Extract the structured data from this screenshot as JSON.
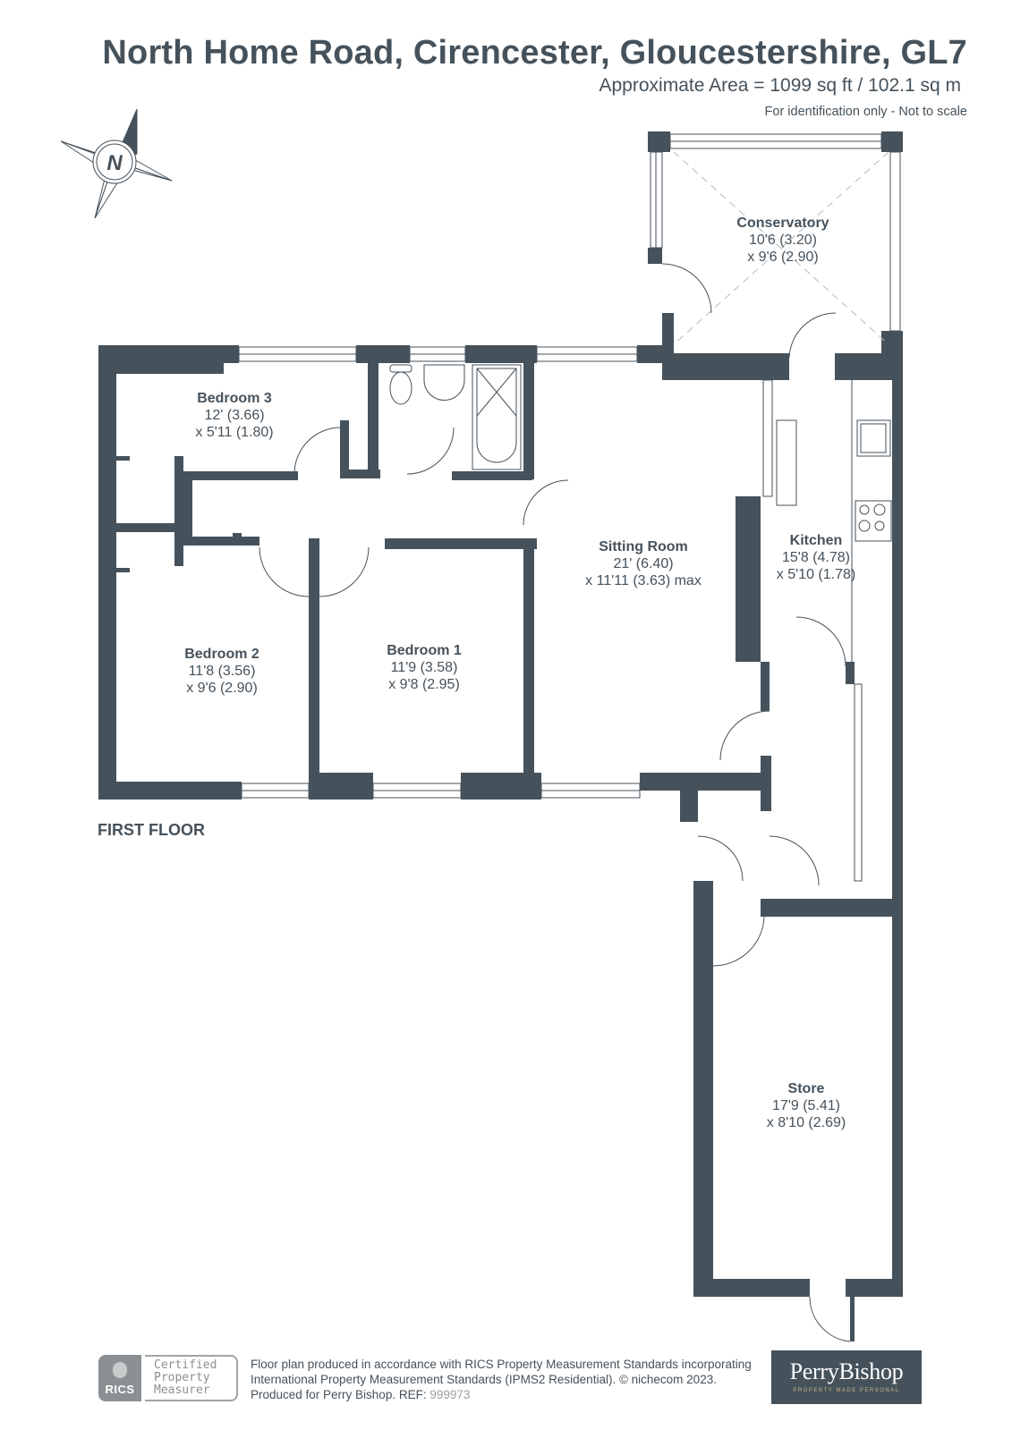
{
  "header": {
    "title": "North Home Road, Cirencester, Gloucestershire, GL7",
    "area": "Approximate Area = 1099 sq ft / 102.1 sq m",
    "note": "For identification only - Not to scale"
  },
  "compass": {
    "label": "N",
    "icon": "compass-icon"
  },
  "floor_label": "FIRST FLOOR",
  "rooms": {
    "conservatory": {
      "name": "Conservatory",
      "dim1": "10'6 (3.20)",
      "dim2": "x 9'6 (2.90)"
    },
    "bedroom3": {
      "name": "Bedroom 3",
      "dim1": "12' (3.66)",
      "dim2": "x 5'11 (1.80)"
    },
    "sitting_room": {
      "name": "Sitting Room",
      "dim1": "21' (6.40)",
      "dim2": "x 11'11 (3.63) max"
    },
    "kitchen": {
      "name": "Kitchen",
      "dim1": "15'8 (4.78)",
      "dim2": "x 5'10 (1.78)"
    },
    "bedroom2": {
      "name": "Bedroom 2",
      "dim1": "11'8 (3.56)",
      "dim2": "x 9'6 (2.90)"
    },
    "bedroom1": {
      "name": "Bedroom 1",
      "dim1": "11'9 (3.58)",
      "dim2": "x 9'8 (2.95)"
    },
    "store": {
      "name": "Store",
      "dim1": "17'9 (5.41)",
      "dim2": "x 8'10 (2.69)"
    }
  },
  "footer": {
    "rics_badge": {
      "brand": "RICS",
      "line1": "Certified",
      "line2": "Property",
      "line3": "Measurer"
    },
    "line1": "Floor plan produced in accordance with RICS Property Measurement Standards incorporating",
    "line2": "International Property Measurement Standards (IPMS2 Residential).   © nichecom 2023.",
    "line3_prefix": "Produced for Perry Bishop.   REF: ",
    "ref": "999973",
    "logo_name": "PerryBishop",
    "logo_tagline": "PROPERTY MADE PERSONAL"
  },
  "colors": {
    "wall": "#46525b",
    "background": "#ffffff",
    "text": "#46525b",
    "logo_tagline": "#c9b48a"
  }
}
